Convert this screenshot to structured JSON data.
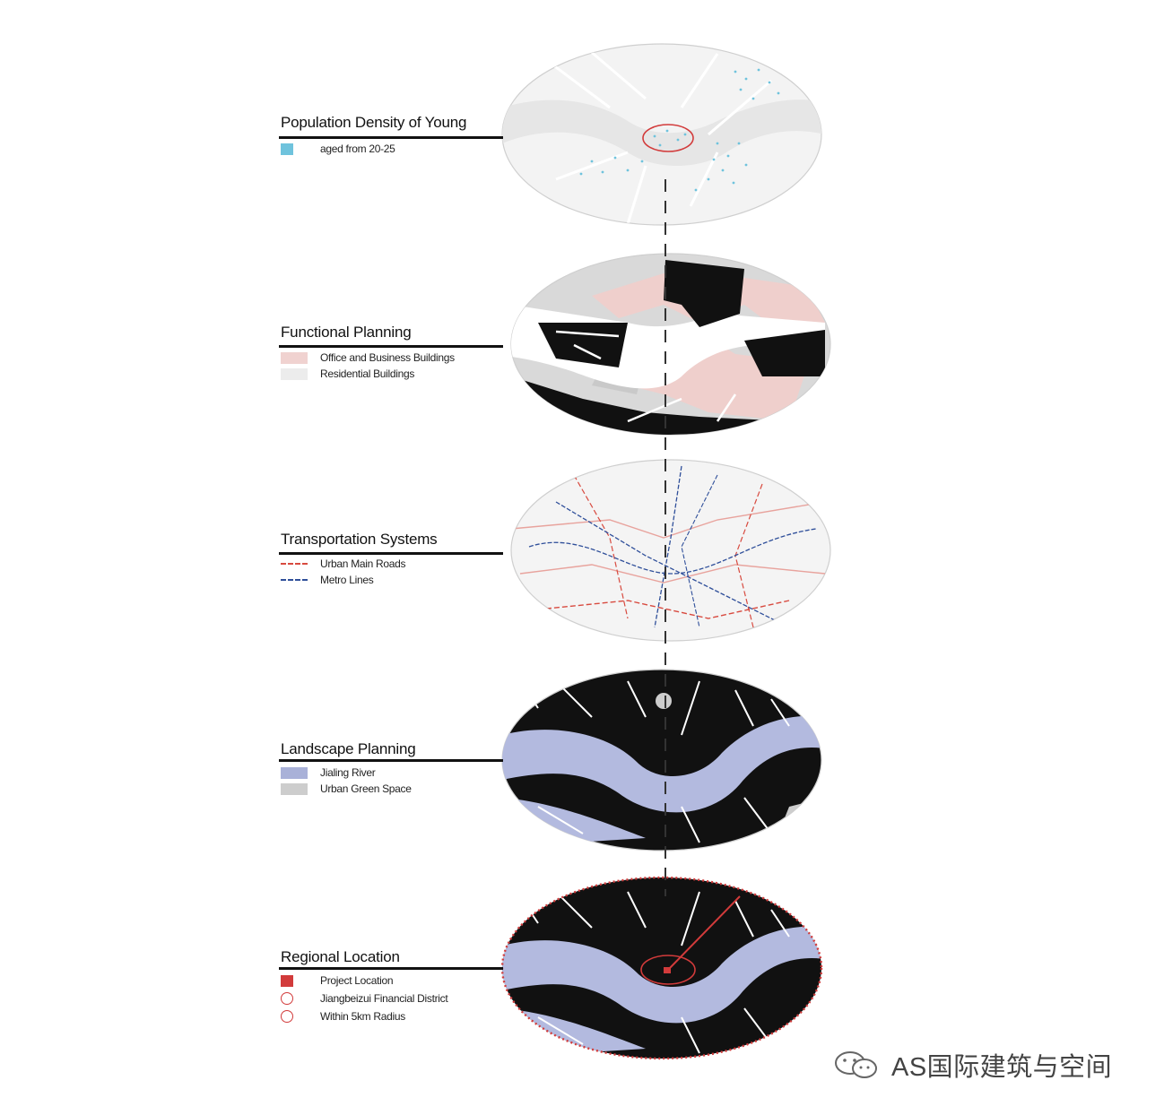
{
  "layers": [
    {
      "title": "Population Density of Young",
      "legend": [
        {
          "label": "aged from 20-25",
          "kind": "small",
          "color": "#6fc3dd"
        }
      ]
    },
    {
      "title": "Functional Planning",
      "legend": [
        {
          "label": "Office and Business Buildings",
          "kind": "box",
          "color": "#f0d2d0"
        },
        {
          "label": "Residential Buildings",
          "kind": "box",
          "color": "#ececec"
        }
      ]
    },
    {
      "title": "Transportation Systems",
      "legend": [
        {
          "label": "Urban Main Roads",
          "kind": "line",
          "color": "#d84a3f"
        },
        {
          "label": "Metro Lines",
          "kind": "line",
          "color": "#2f4f9a"
        }
      ]
    },
    {
      "title": "Landscape Planning",
      "legend": [
        {
          "label": "Jialing River",
          "kind": "box",
          "color": "#a9b1d8"
        },
        {
          "label": "Urban Green Space",
          "kind": "box",
          "color": "#cdcdcd"
        }
      ]
    },
    {
      "title": "Regional Location",
      "legend": [
        {
          "label": "Project Location",
          "kind": "small",
          "color": "#d23b3b"
        },
        {
          "label": "Jiangbeizui Financial District",
          "kind": "ring",
          "color": "#d23b3b"
        },
        {
          "label": "Within 5km Radius",
          "kind": "ring",
          "color": "#d23b3b"
        }
      ]
    }
  ],
  "watermark": {
    "text": "AS国际建筑与空间",
    "icon": "wechat-icon"
  },
  "colors": {
    "ink": "#111111",
    "river": "#b3badf",
    "pink": "#efcfcc",
    "red": "#d23b3b",
    "metro": "#2f4f9a"
  }
}
